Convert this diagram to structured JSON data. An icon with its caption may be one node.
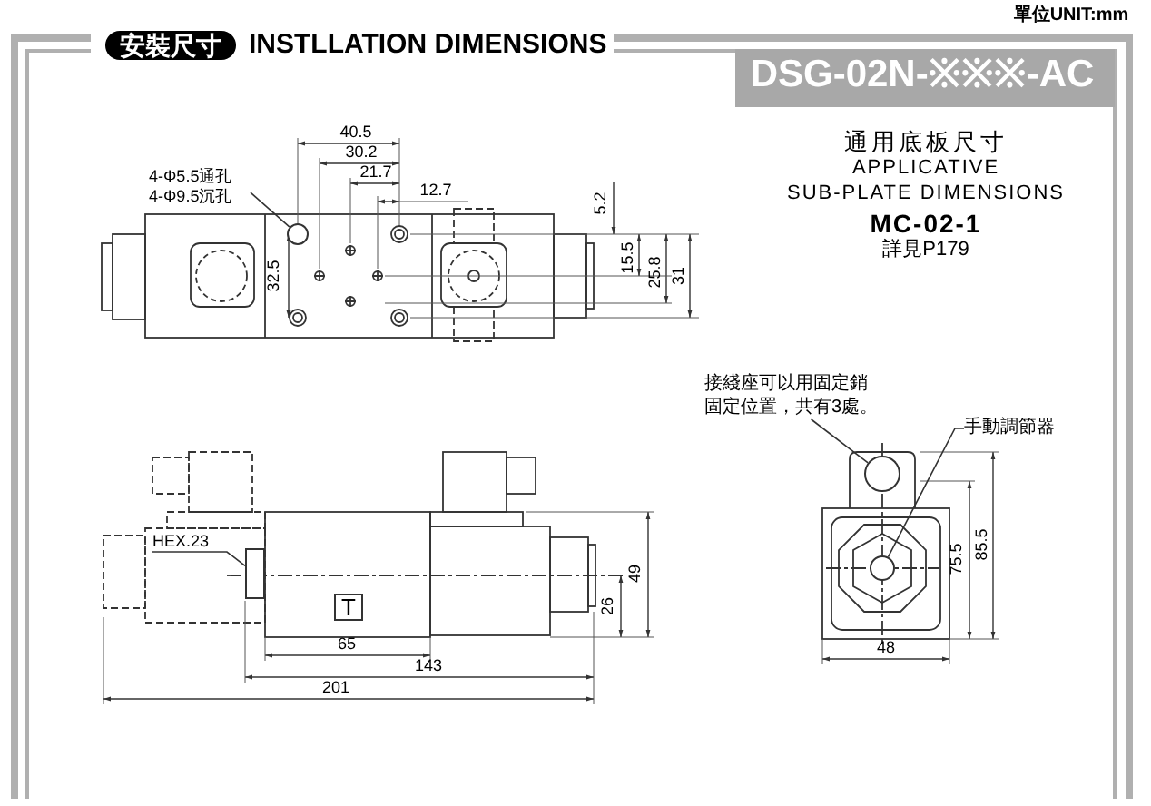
{
  "diagram": {
    "title": "INSTLLATION DIMENSIONS",
    "nodes": [
      {
        "text": [
          "4-Φ5.5通孔",
          "4-Φ9.5沉孔"
        ]
      },
      {
        "text": [],
        "shape": "circle"
      },
      {
        "text": [
          "HEX.23"
        ]
      },
      {
        "text": [],
        "shape": "box"
      },
      {
        "text": [
          "接綫座可以用固定銷固定位置，共有3處。"
        ]
      },
      {
        "text": [],
        "shape": "circle"
      },
      {
        "text": [
          "手動調節器"
        ]
      },
      {
        "text": [],
        "shape": "circle"
      },
      {
        "text": [
          "T"
        ]
      }
    ],
    "edges": [
      {
        "from": 0,
        "to": 1,
        "arrow": "none"
      },
      {
        "from": 2,
        "to": 3,
        "arrow": "none"
      },
      {
        "from": 4,
        "to": 5,
        "arrow": "none"
      },
      {
        "from": 6,
        "to": 7,
        "arrow": "none"
      }
    ],
    "labels": [
      "單位UNIT:mm",
      "安裝尺寸",
      "DSG-02N-※※※-AC",
      "通用底板尺寸",
      "APPLICATIVE",
      "SUB-PLATE DIMENSIONS",
      "MC-02-1",
      "詳見P179",
      "40.5",
      "30.2",
      "21.7",
      "12.7",
      "5.2",
      "32.5",
      "15.5",
      "25.8",
      "31",
      "49",
      "26",
      "65",
      "143",
      "201",
      "75.5",
      "85.5",
      "48"
    ]
  }
}
